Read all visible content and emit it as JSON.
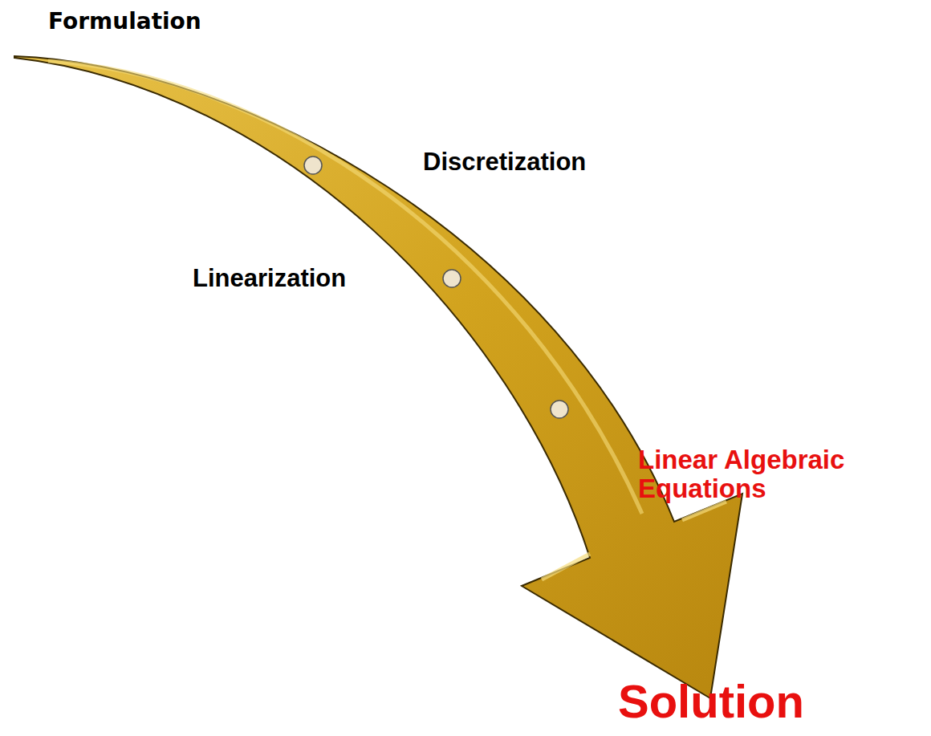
{
  "diagram": {
    "labels": [
      "Formulation",
      "Discretization",
      "Linearization",
      "Linear Algebraic Equations",
      "Solution"
    ]
  }
}
